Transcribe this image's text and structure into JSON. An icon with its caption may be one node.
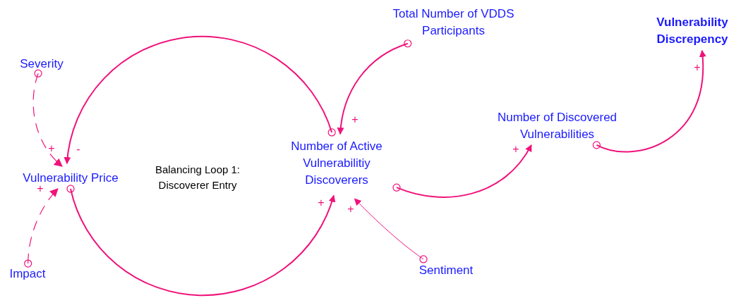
{
  "diagram": {
    "nodes": [
      {
        "text": [
          "Severity"
        ]
      },
      {
        "text": [
          "Vulnerability Price"
        ]
      },
      {
        "text": [
          "Impact"
        ]
      },
      {
        "text": [
          "Total Number of VDDS Participants"
        ]
      },
      {
        "text": [
          "Vulnerability Discrepency"
        ]
      },
      {
        "text": [
          "Number of Active Vulnerabilitiy Discoverers"
        ]
      },
      {
        "text": [
          "Number of Discovered Vulnerabilities"
        ]
      },
      {
        "text": [
          "Sentiment"
        ]
      }
    ],
    "edges": [
      {
        "from": 0,
        "to": 1,
        "arrow": "to",
        "label": "+",
        "style": "dashed"
      },
      {
        "from": 2,
        "to": 1,
        "arrow": "to",
        "label": "+",
        "style": "dashed"
      },
      {
        "from": 5,
        "to": 1,
        "arrow": "to",
        "label": "-"
      },
      {
        "from": 1,
        "to": 5,
        "arrow": "to",
        "label": "+"
      },
      {
        "from": 3,
        "to": 5,
        "arrow": "to",
        "label": "+"
      },
      {
        "from": 7,
        "to": 5,
        "arrow": "to",
        "label": "+"
      },
      {
        "from": 5,
        "to": 6,
        "arrow": "to",
        "label": "+"
      },
      {
        "from": 6,
        "to": 4,
        "arrow": "to",
        "label": "+"
      }
    ],
    "labels": [
      "Balancing Loop 1: Discoverer Entry"
    ]
  }
}
